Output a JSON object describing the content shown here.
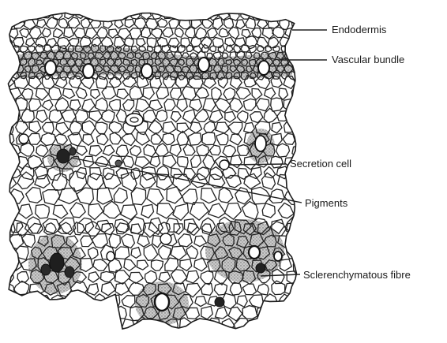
{
  "diagram": {
    "labels": [
      {
        "id": "endodermis",
        "text": "Endodermis"
      },
      {
        "id": "vascular-bundle",
        "text": "Vascular bundle"
      },
      {
        "id": "secretion-cell",
        "text": "Secretion cell"
      },
      {
        "id": "pigments",
        "text": "Pigments"
      },
      {
        "id": "sclerenchymatous-fibre",
        "text": "Sclerenchymatous fibre"
      }
    ]
  }
}
